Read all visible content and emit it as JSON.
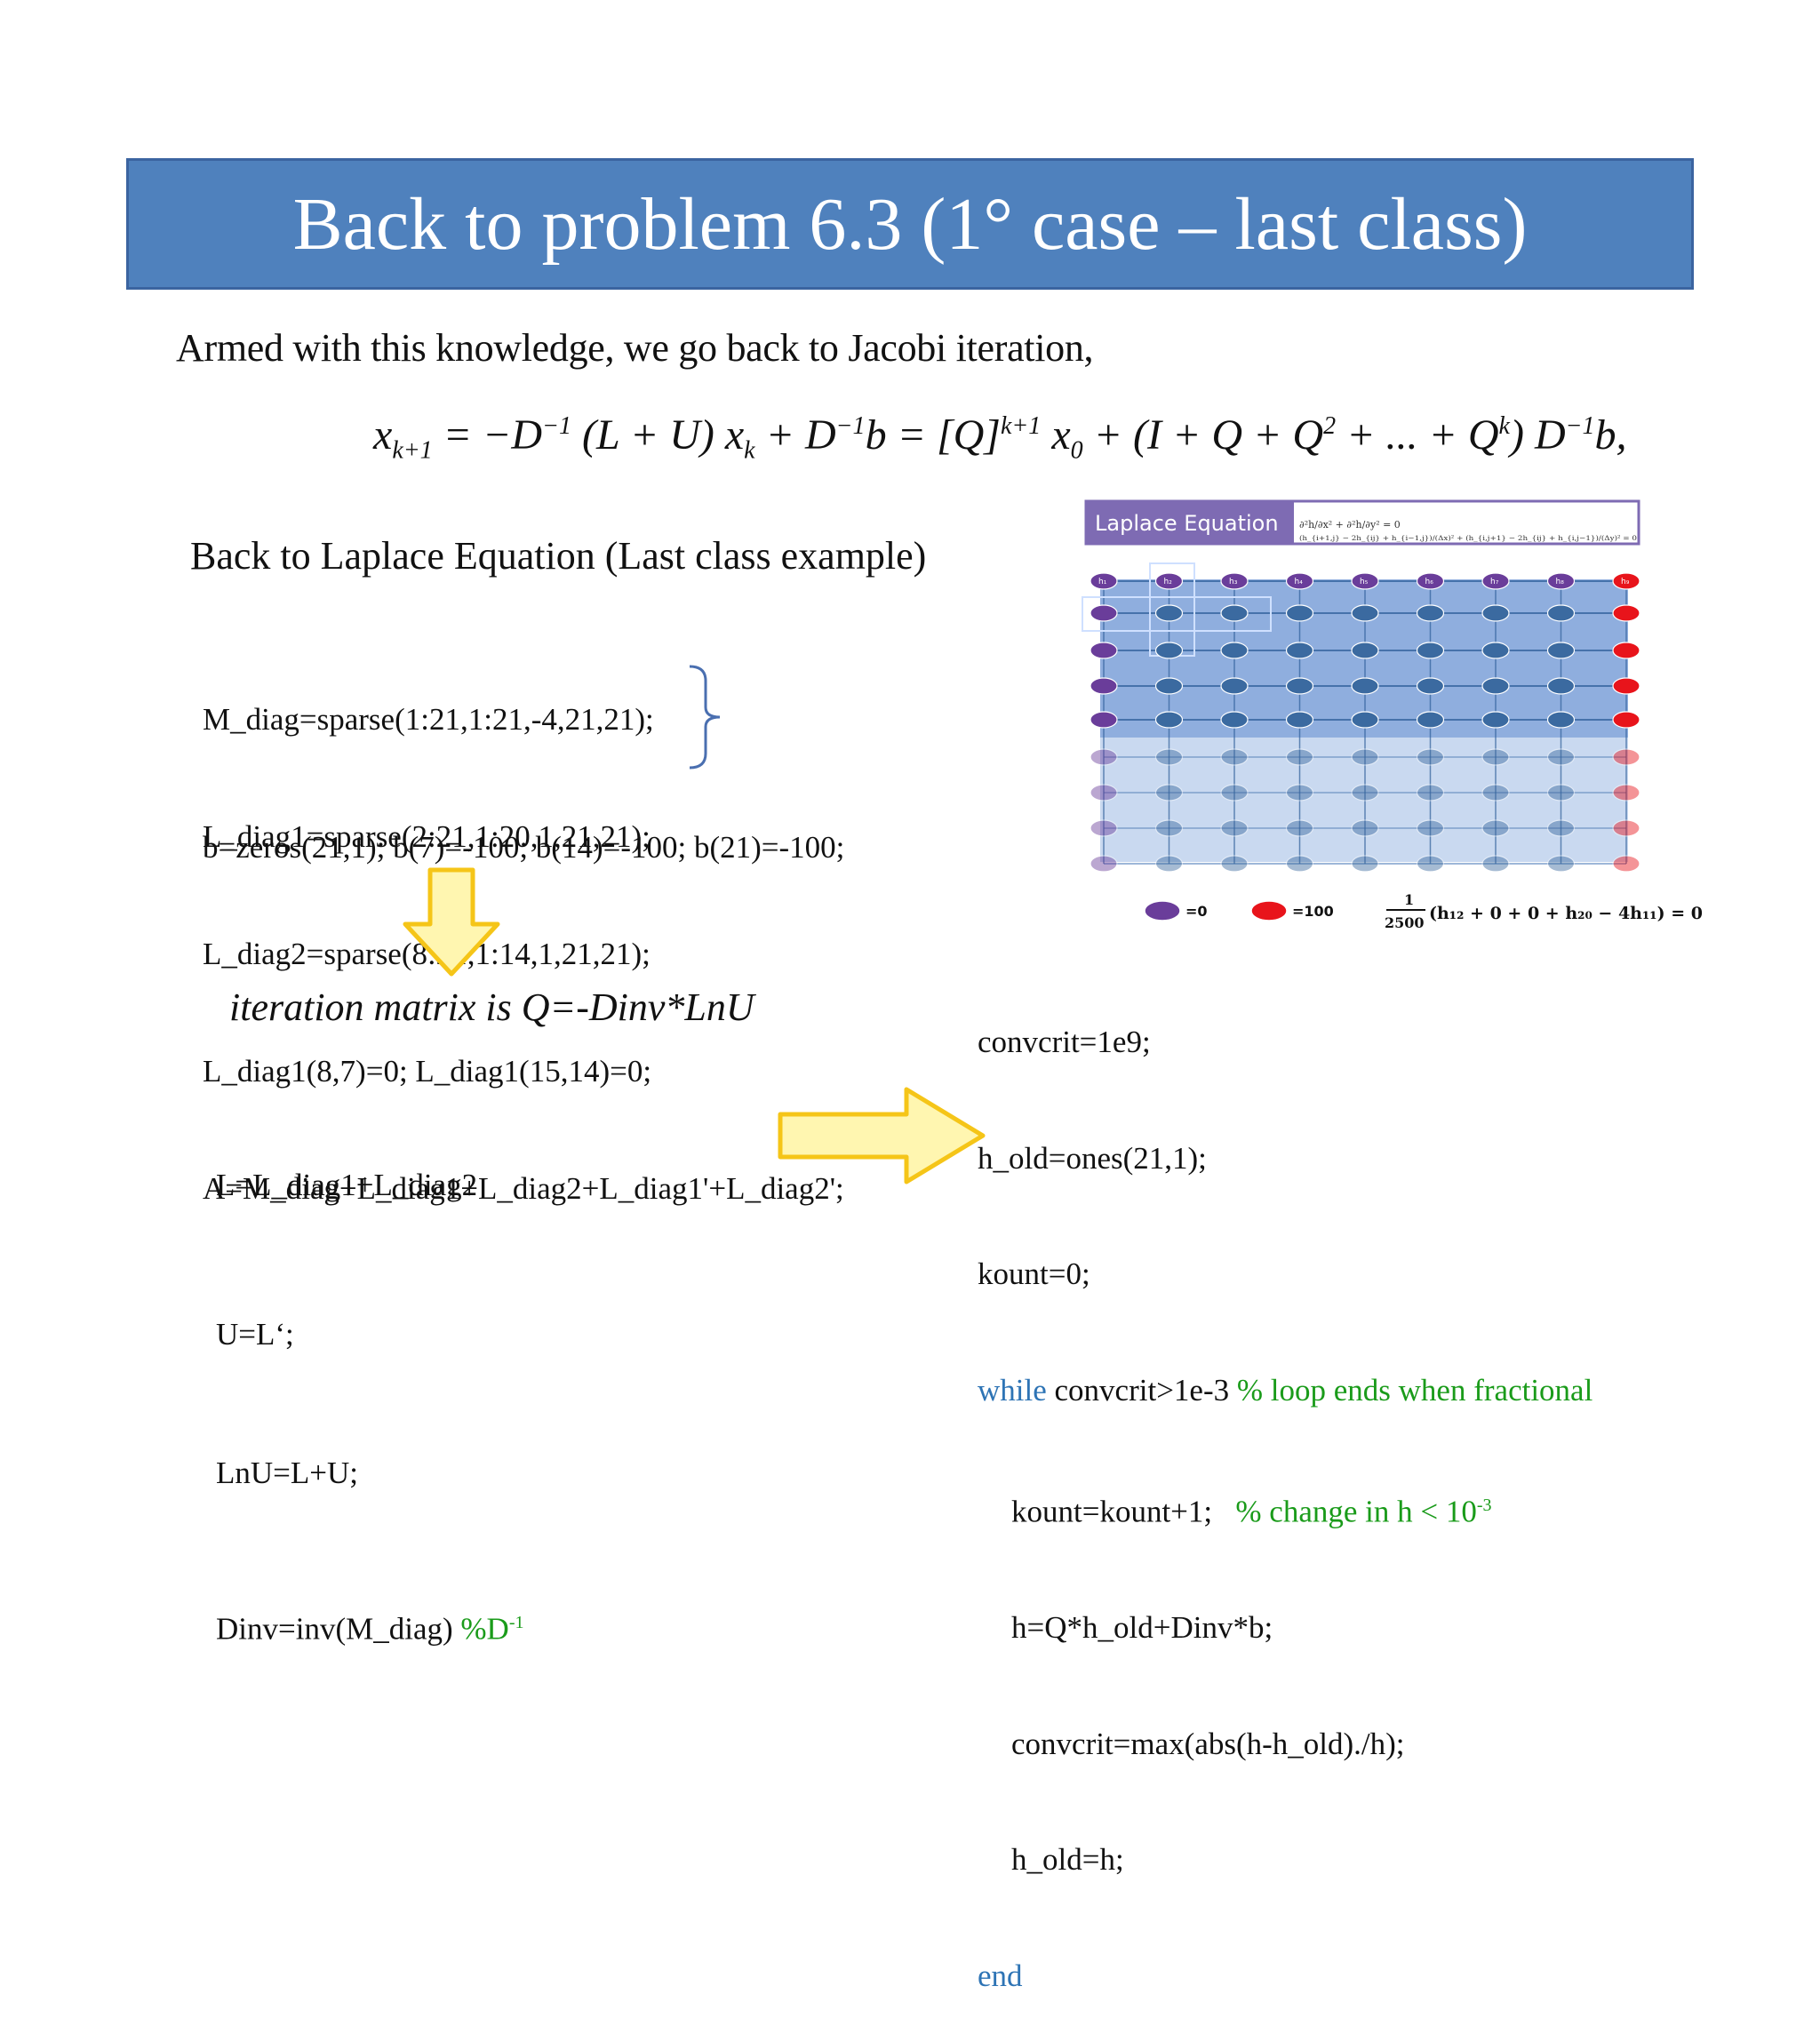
{
  "title": "Back to problem 6.3 (1° case – last class)",
  "intro": "Armed with this knowledge, we go back to Jacobi iteration,",
  "equation": {
    "lhs_base": "x",
    "lhs_sub": "k+1",
    "part1": "= −D",
    "inv": "−1",
    "part2": "(L + U) x",
    "xk_sub": "k",
    "part3": " + D",
    "part4": "b = [Q]",
    "k1": "k+1",
    "part5": " x",
    "x0_sub": "0",
    "part6": " + (I + Q + Q",
    "sq": "2",
    "part7": " + ... + Q",
    "k": "k",
    "part8": ") D",
    "part9": "b,"
  },
  "section_heading": "Back to Laplace Equation (Last class example)",
  "left_code": [
    "M_diag=sparse(1:21,1:21,-4,21,21);",
    "L_diag1=sparse(2:21,1:20,1,21,21);",
    "L_diag2=sparse(8:21,1:14,1,21,21);",
    "L_diag1(8,7)=0; L_diag1(15,14)=0;",
    "A=M_diag+L_diag1+L_diag2+L_diag1'+L_diag2';"
  ],
  "b_line": "b=zeros(21,1); b(7)=-100; b(14)=-100; b(21)=-100;",
  "iteration_text": "iteration matrix is Q=-Dinv*LnU",
  "lu_code": {
    "l": "L=L_diag1+L_diag2",
    "u": "U=L‘;",
    "lnu": "LnU=L+U;",
    "dinv": "Dinv=inv(M_diag) ",
    "dinv_comment": "%D",
    "dinv_sup": "-1"
  },
  "right_code": {
    "l1": "convcrit=1e9;",
    "l2": "h_old=ones(21,1);",
    "l3": "kount=0;",
    "l4_kw": "while",
    "l4_code": " convcrit>1e-3 ",
    "l4_comment": "% loop ends when fractional",
    "l5_code": "kount=kount+1;   ",
    "l5_comment": "% change in h < 10",
    "l5_sup": "-3",
    "l6": "h=Q*h_old+Dinv*b;",
    "l7": "convcrit=max(abs(h-h_old)./h);",
    "l8": "h_old=h;",
    "l9_kw": "end"
  },
  "figure": {
    "title": "Laplace Equation",
    "pde": "∂²h/∂x² + ∂²h/∂y² = 0",
    "fd": "(h_{i+1,j} − 2h_{ij} + h_{i−1,j})/(Δx)² + (h_{i,j+1} − 2h_{ij} + h_{i,j−1})/(Δy)² = 0",
    "legend_zero": "=0",
    "legend_hundred": "=100",
    "legend_fraction_num": "1",
    "legend_fraction_den": "2500",
    "legend_expr": "(h₁₂ + 0 + 0 + h₂₀ − 4h₁₁) = 0",
    "node_labels_top": [
      "h₁",
      "h₂",
      "h₃",
      "h₄",
      "h₅",
      "h₆",
      "h₇",
      "h₈",
      "h₉"
    ],
    "colors": {
      "title_bg": "#7e6bb3",
      "purple": "#6a3d9a",
      "red": "#e8141b",
      "blue_node": "#3b6aa0",
      "grid_dark": "#7ba0d8",
      "grid_light": "#c9d9f0"
    }
  },
  "colors": {
    "title_bar": "#4f81bd",
    "arrow_fill": "#fff6b0",
    "arrow_stroke": "#f5c518",
    "keyword": "#2e74b5",
    "comment": "#1a9b1a"
  }
}
